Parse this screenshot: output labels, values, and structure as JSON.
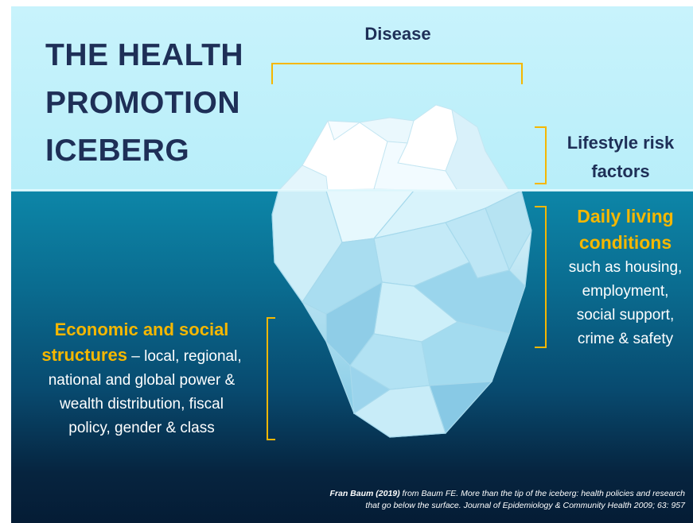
{
  "title": {
    "line1": "THE HEALTH",
    "line2": "PROMOTION",
    "line3": "ICEBERG"
  },
  "levels": {
    "disease": "Disease",
    "lifestyle": {
      "line1": "Lifestyle risk",
      "line2": "factors"
    },
    "daily_living": {
      "heading_line1": "Daily living",
      "heading_line2": "conditions",
      "detail_line1": "such as housing,",
      "detail_line2": "employment,",
      "detail_line3": "social support,",
      "detail_line4": "crime & safety"
    },
    "structures": {
      "heading_line1": "Economic and social",
      "heading_line2": "structures",
      "detail_line1": " – local, regional,",
      "detail_line2": "national and global power &",
      "detail_line3": "wealth distribution, fiscal",
      "detail_line4": "policy, gender & class"
    }
  },
  "citation": {
    "author": "Fran Baum (2019)",
    "text_line1": " from Baum FE. More than the tip of the iceberg: health policies and research",
    "text_line2": "that go below the surface. Journal of Epidemiology & Community Health 2009; 63: 957"
  },
  "colors": {
    "title": "#1e2f57",
    "highlight": "#f5b700",
    "bracket": "#f5b700",
    "sky": "#c8f3fc",
    "sea_top": "#0d86a8",
    "sea_bottom": "#051c35"
  }
}
